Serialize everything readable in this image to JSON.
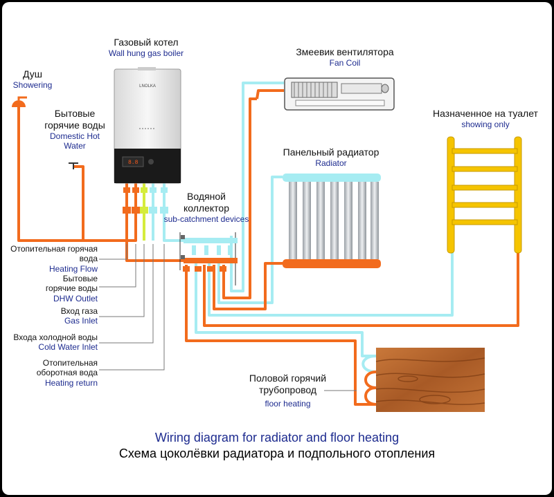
{
  "colors": {
    "hot_pipe": "#f26b1d",
    "return_pipe": "#a6ecf2",
    "gas_pipe": "#d5ec3c",
    "towel_rail": "#f5c400",
    "wood": "#b8672e",
    "label_blue": "#1d2b8f"
  },
  "boiler": {
    "ru": "Газовый котел",
    "en": "Wall hung gas boiler",
    "brand": "LNOLKA",
    "icon": "gas-boiler-icon"
  },
  "shower": {
    "ru": "Душ",
    "en": "Showering",
    "icon": "shower-head-icon"
  },
  "dhw": {
    "ru": "Бытовые горячие воды",
    "en": "Domestic Hot Water",
    "icon": "tap-icon"
  },
  "fan_coil": {
    "ru": "Змеевик вентилятора",
    "en": "Fan Coil",
    "icon": "fan-coil-icon"
  },
  "radiator": {
    "ru": "Панельный радиатор",
    "en": "Radiator",
    "icon": "radiator-icon"
  },
  "towel": {
    "ru": "Назначенное на туалет",
    "en": "showing only",
    "icon": "towel-rail-icon"
  },
  "collector": {
    "ru": "Водяной коллектор",
    "en": "sub-catchment devices",
    "icon": "manifold-icon"
  },
  "floor": {
    "ru": "Половой горячий трубопровод",
    "en": "floor heating",
    "icon": "wood-floor-icon"
  },
  "legend": [
    {
      "ru": "Отопительная горячая вода",
      "en": "Heating Flow"
    },
    {
      "ru": "Бытовые горячие воды",
      "en": "DHW Outlet"
    },
    {
      "ru": "Вход газа",
      "en": "Gas Inlet"
    },
    {
      "ru": "Входа холодной воды",
      "en": "Cold Water Inlet"
    },
    {
      "ru": "Отопительная оборотная вода",
      "en": "Heating return"
    }
  ],
  "caption": {
    "en": "Wiring diagram for radiator and floor heating",
    "ru": "Схема цоколёвки радиатора и подпольного отопления"
  }
}
